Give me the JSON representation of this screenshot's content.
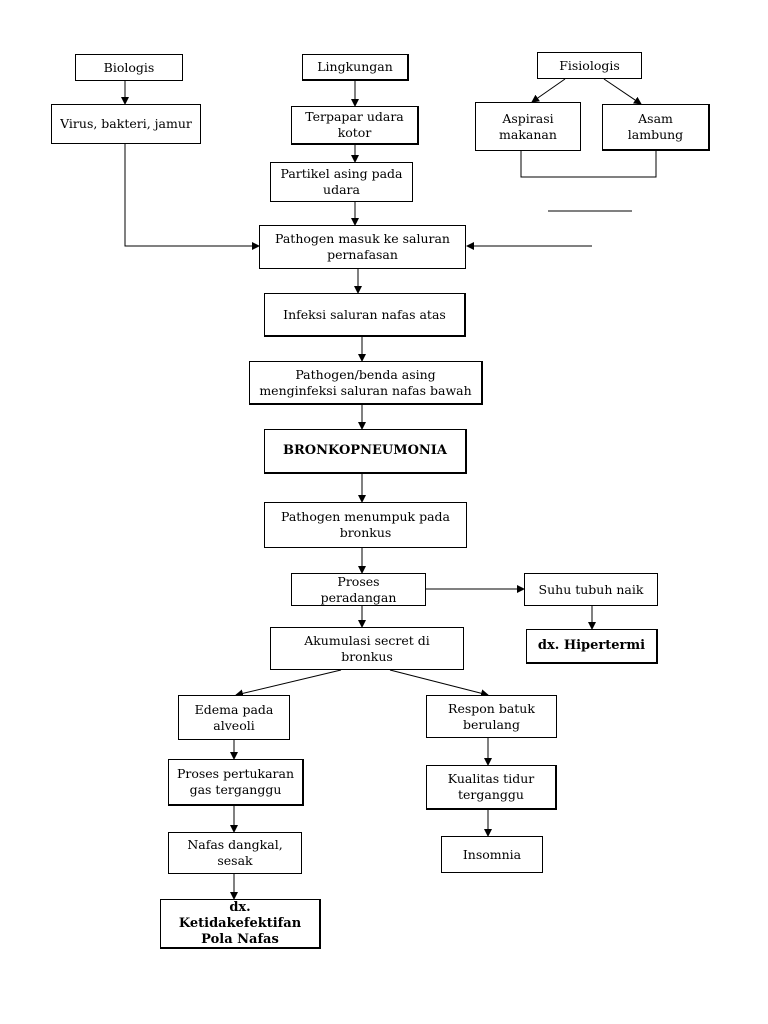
{
  "nodes": {
    "biologis": "Biologis",
    "lingkungan": "Lingkungan",
    "fisiologis": "Fisiologis",
    "virus": "Virus, bakteri, jamur",
    "terpapar": "Terpapar udara kotor",
    "aspirasi": "Aspirasi makanan",
    "asam": "Asam lambung",
    "partikel": "Partikel asing pada udara",
    "pathogen_masuk": "Pathogen masuk ke saluran pernafasan",
    "infeksi_atas": "Infeksi saluran nafas atas",
    "pathogen_bawah": "Pathogen/benda asing menginfeksi saluran nafas bawah",
    "bronkopneumonia": "BRONKOPNEUMONIA",
    "menumpuk": "Pathogen menumpuk pada bronkus",
    "peradangan": "Proses peradangan",
    "suhu": "Suhu tubuh naik",
    "hipertermi": "dx. Hipertermi",
    "akumulasi": "Akumulasi secret di bronkus",
    "edema": "Edema pada alveoli",
    "respon": "Respon batuk berulang",
    "pertukaran": "Proses pertukaran gas terganggu",
    "kualitas": "Kualitas tidur terganggu",
    "nafas": "Nafas dangkal, sesak",
    "insomnia": "Insomnia",
    "pola": "dx. Ketidakefektifan Pola Nafas"
  }
}
